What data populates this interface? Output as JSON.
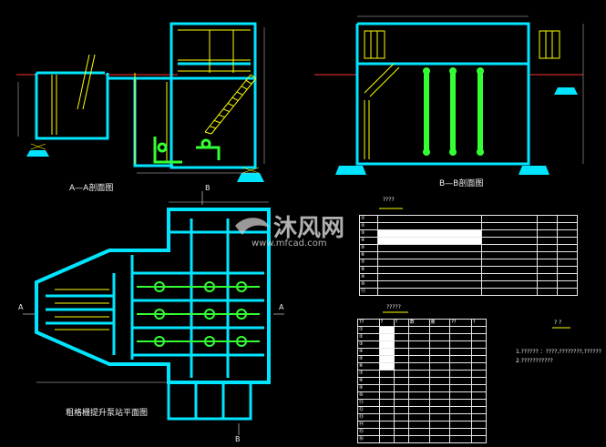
{
  "labels": {
    "section_aa": "A—A剖面图",
    "section_bb": "B—B剖面图",
    "plan": "粗格栅提升泵站平面图",
    "a_left": "A",
    "a_right": "A",
    "b_top": "B",
    "b_bottom": "B"
  },
  "watermark": {
    "brand": "沐风网",
    "url": "www.mfcad.com"
  },
  "notes": {
    "title": "? ?",
    "line1": "1.?????? ：????,????????,??????",
    "line2": "2.???????????"
  },
  "table_upper": {
    "caption": "????",
    "rows": [
      [
        "①",
        "",
        "",
        "",
        ""
      ],
      [
        "②",
        "",
        "",
        "",
        ""
      ],
      [
        "③",
        "",
        "",
        "",
        ""
      ],
      [
        "④",
        "",
        "",
        "",
        ""
      ],
      [
        "⑤",
        "",
        "",
        "",
        ""
      ],
      [
        "⑥",
        "",
        "",
        "",
        ""
      ],
      [
        "⑦",
        "",
        "",
        "",
        ""
      ],
      [
        "⑧",
        "",
        "",
        "",
        ""
      ],
      [
        "⑨",
        "",
        "",
        "",
        ""
      ],
      [
        "⑩",
        "",
        "",
        "",
        ""
      ],
      [
        "⑪",
        "",
        "",
        "",
        ""
      ]
    ]
  },
  "table_lower": {
    "caption": "?????",
    "header": [
      "??",
      "?",
      "?",
      "数",
      "量",
      "??",
      "?"
    ],
    "rows": [
      [
        "①",
        "",
        "",
        "",
        "",
        "",
        ""
      ],
      [
        "②",
        "",
        "",
        "",
        "",
        "",
        ""
      ],
      [
        "③",
        "",
        "",
        "",
        "",
        "",
        ""
      ],
      [
        "④",
        "",
        "",
        "",
        "",
        "",
        ""
      ],
      [
        "⑤",
        "",
        "",
        "",
        "",
        "",
        ""
      ],
      [
        "⑥",
        "",
        "",
        "",
        "",
        "",
        ""
      ],
      [
        "⑦",
        "",
        "",
        "",
        "",
        "",
        ""
      ],
      [
        "⑧",
        "",
        "",
        "",
        "",
        "",
        ""
      ],
      [
        "⑨",
        "",
        "",
        "",
        "",
        "",
        ""
      ],
      [
        "⑩",
        "",
        "",
        "",
        "",
        "",
        ""
      ],
      [
        "⑪",
        "",
        "",
        "",
        "",
        "",
        ""
      ],
      [
        "⑫",
        "",
        "",
        "",
        "",
        "",
        ""
      ],
      [
        "⑬",
        "",
        "",
        "",
        "",
        "",
        ""
      ],
      [
        "⑭",
        "",
        "",
        "",
        "",
        "",
        ""
      ],
      [
        "⑮",
        "",
        "",
        "",
        "",
        "",
        ""
      ],
      [
        "⑯",
        "",
        "",
        "",
        "",
        "",
        ""
      ]
    ]
  },
  "colors": {
    "background": "#000000",
    "wall": "#00e5ff",
    "yellow": "#ffff00",
    "green": "#33ff33",
    "red": "#ff3030",
    "white": "#ffffff"
  }
}
